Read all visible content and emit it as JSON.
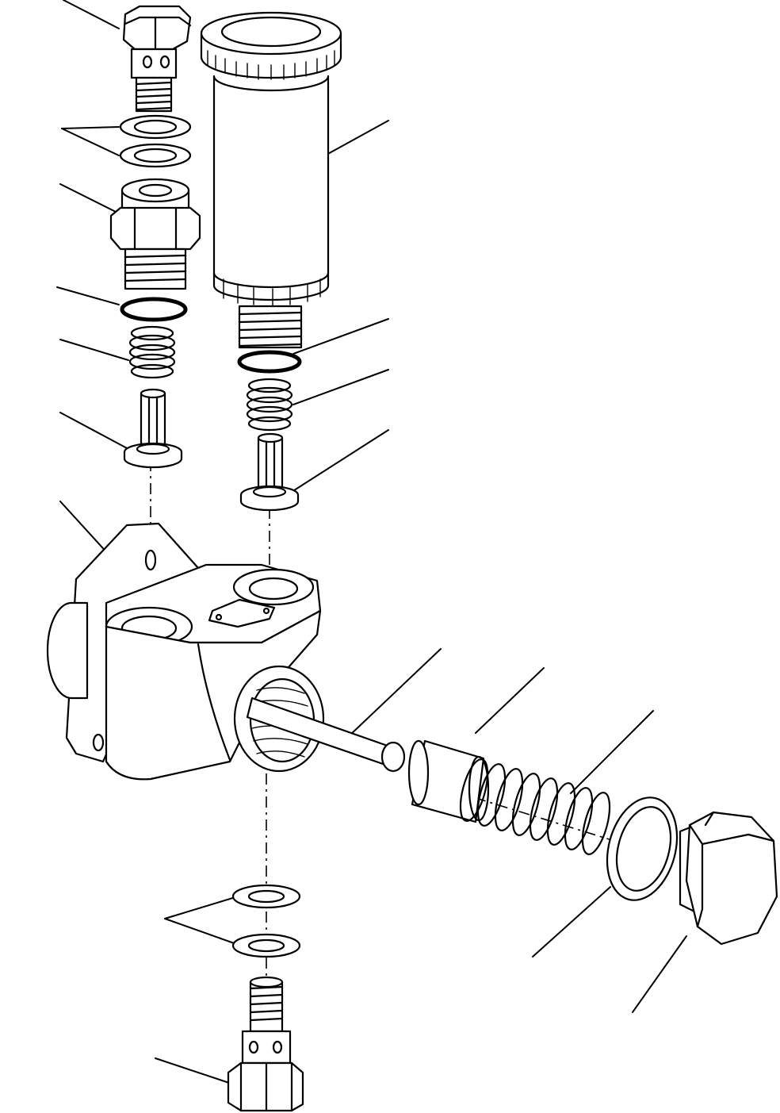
{
  "diagram": {
    "kind": "exploded-parts-view",
    "parts": [
      "banjo-bolt-top",
      "washers-top",
      "connector-fitting",
      "o-ring-left",
      "spring-left",
      "check-valve-left",
      "pump-housing",
      "priming-cylinder",
      "o-ring-right",
      "spring-right",
      "check-valve-right",
      "piston-rod",
      "piston-sleeve",
      "piston-spring",
      "gasket-ring",
      "hex-plug",
      "washers-bottom",
      "banjo-bolt-bottom"
    ],
    "callout_count": 18
  }
}
